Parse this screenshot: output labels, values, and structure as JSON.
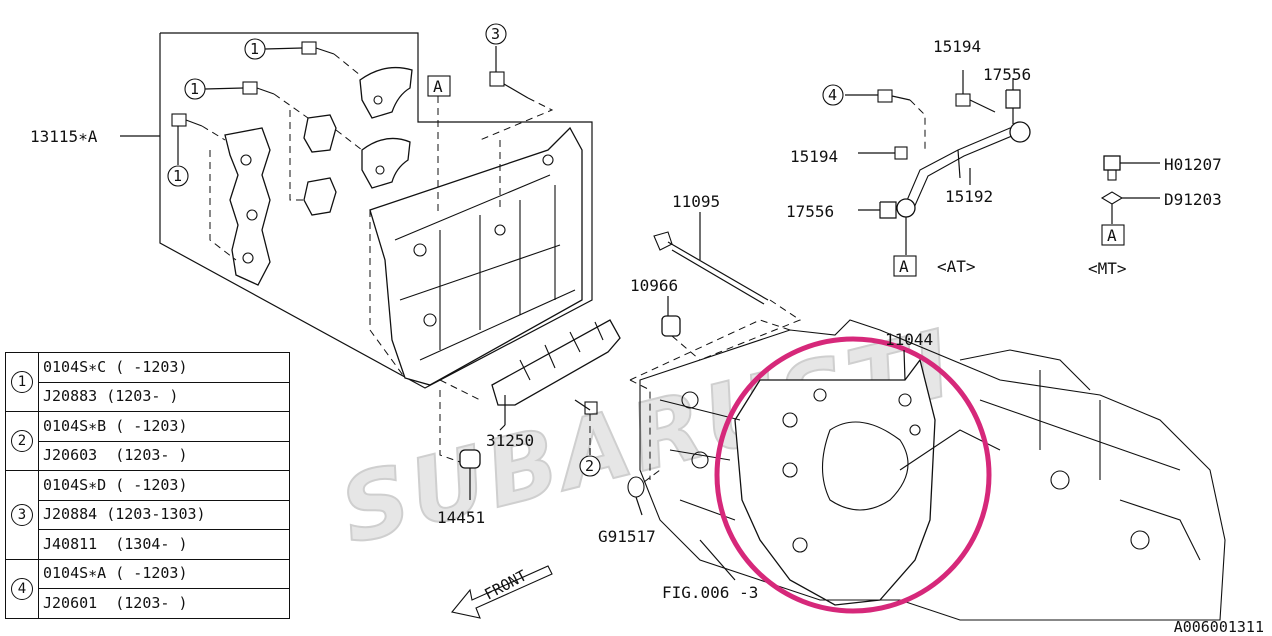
{
  "watermark": "SUBARUSTI",
  "diagram_id": "A006001311",
  "labels": {
    "p13115": "13115∗A",
    "p11095": "11095",
    "p10966": "10966",
    "p11044": "11044",
    "p31250": "31250",
    "p14451": "14451",
    "pG91517": "G91517",
    "pFIG": "FIG.006 -3",
    "p15194a": "15194",
    "p15194b": "15194",
    "p17556a": "17556",
    "p17556b": "17556",
    "p15192": "15192",
    "pH01207": "H01207",
    "pD91203": "D91203",
    "at": "<AT>",
    "mt": "<MT>",
    "front": "FRONT",
    "boxA": "A"
  },
  "callouts": {
    "c1": "1",
    "c2": "2",
    "c3": "3",
    "c4": "4"
  },
  "ref_table": [
    {
      "num": "1",
      "rows": [
        "0104S∗C ( -1203)",
        "J20883 (1203- )"
      ]
    },
    {
      "num": "2",
      "rows": [
        "0104S∗B ( -1203)",
        "J20603  (1203- )"
      ]
    },
    {
      "num": "3",
      "rows": [
        "0104S∗D ( -1203)",
        "J20884 (1203-1303)",
        "J40811  (1304- )"
      ]
    },
    {
      "num": "4",
      "rows": [
        "0104S∗A ( -1203)",
        "J20601  (1203- )"
      ]
    }
  ]
}
